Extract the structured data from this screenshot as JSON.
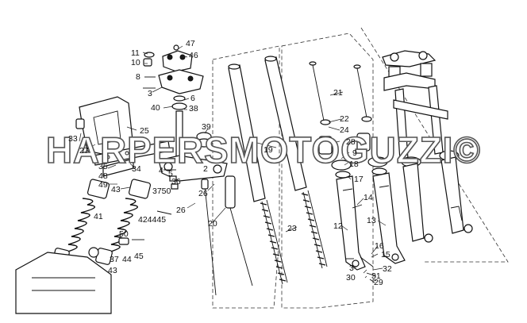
{
  "watermark": {
    "text": "HARPERSMOTOGUZZI©"
  },
  "callouts": [
    {
      "id": "c47",
      "text": "47"
    },
    {
      "id": "c11",
      "text": "11"
    },
    {
      "id": "c46",
      "text": "46"
    },
    {
      "id": "c10",
      "text": "10"
    },
    {
      "id": "c8",
      "text": "8"
    },
    {
      "id": "c3a",
      "text": "3"
    },
    {
      "id": "c6",
      "text": "6"
    },
    {
      "id": "c40",
      "text": "40"
    },
    {
      "id": "c38",
      "text": "38"
    },
    {
      "id": "c39",
      "text": "39"
    },
    {
      "id": "c25",
      "text": "25"
    },
    {
      "id": "c27",
      "text": "27"
    },
    {
      "id": "c33",
      "text": "33"
    },
    {
      "id": "c34",
      "text": "34"
    },
    {
      "id": "c35",
      "text": "35"
    },
    {
      "id": "c48",
      "text": "48"
    },
    {
      "id": "c49",
      "text": "49"
    },
    {
      "id": "c43a",
      "text": "43"
    },
    {
      "id": "c4",
      "text": "4"
    },
    {
      "id": "c5",
      "text": "5"
    },
    {
      "id": "c36",
      "text": "36"
    },
    {
      "id": "c2",
      "text": "2"
    },
    {
      "id": "c3750",
      "text": "3750"
    },
    {
      "id": "c26a",
      "text": "26"
    },
    {
      "id": "c26b",
      "text": "26"
    },
    {
      "id": "c41",
      "text": "41"
    },
    {
      "id": "c424445",
      "text": "424445"
    },
    {
      "id": "c50",
      "text": "50"
    },
    {
      "id": "c37",
      "text": "37"
    },
    {
      "id": "c44",
      "text": "44"
    },
    {
      "id": "c45",
      "text": "45"
    },
    {
      "id": "c43b",
      "text": "43"
    },
    {
      "id": "c20",
      "text": "20"
    },
    {
      "id": "c19",
      "text": "19"
    },
    {
      "id": "c23",
      "text": "23"
    },
    {
      "id": "c21",
      "text": "21"
    },
    {
      "id": "c22",
      "text": "22"
    },
    {
      "id": "c24",
      "text": "24"
    },
    {
      "id": "c28",
      "text": "28"
    },
    {
      "id": "c9",
      "text": "9"
    },
    {
      "id": "c18",
      "text": "18"
    },
    {
      "id": "c17",
      "text": "17"
    },
    {
      "id": "c14",
      "text": "14"
    },
    {
      "id": "c13",
      "text": "13"
    },
    {
      "id": "c12",
      "text": "12"
    },
    {
      "id": "c16",
      "text": "16"
    },
    {
      "id": "c15",
      "text": "15"
    },
    {
      "id": "c3b",
      "text": "3"
    },
    {
      "id": "c31",
      "text": "31"
    },
    {
      "id": "c32",
      "text": "32"
    },
    {
      "id": "c30",
      "text": "30"
    },
    {
      "id": "c29",
      "text": "29"
    }
  ]
}
